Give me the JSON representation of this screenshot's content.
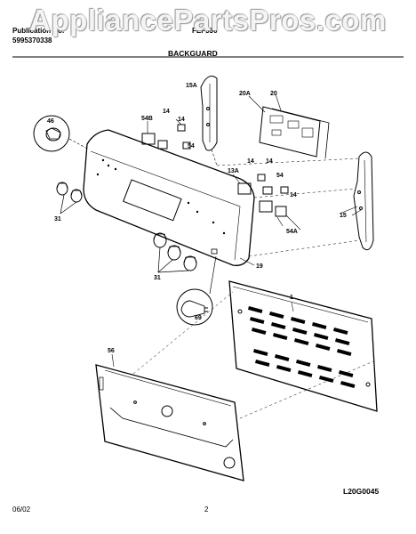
{
  "header": {
    "publication_label": "Publication No.",
    "publication_number": "5995370338",
    "model": "FEF336",
    "section_title": "BACKGUARD"
  },
  "watermark": "AppliancePartsPros.com",
  "diagram_code": "L20G0045",
  "footer": {
    "date": "06/02",
    "page": "2"
  },
  "callouts": {
    "c46": "46",
    "c15A": "15A",
    "c14a": "14",
    "c54B": "54B",
    "c14b": "14",
    "c54a": "54",
    "c20A": "20A",
    "c20": "20",
    "c13A": "13A",
    "c14c": "14",
    "c14d": "14",
    "c54b": "54",
    "c14e": "14",
    "c54A": "54A",
    "c15": "15",
    "c31a": "31",
    "c31b": "31",
    "c19": "19",
    "c69": "69",
    "c1": "1",
    "c56": "56"
  }
}
